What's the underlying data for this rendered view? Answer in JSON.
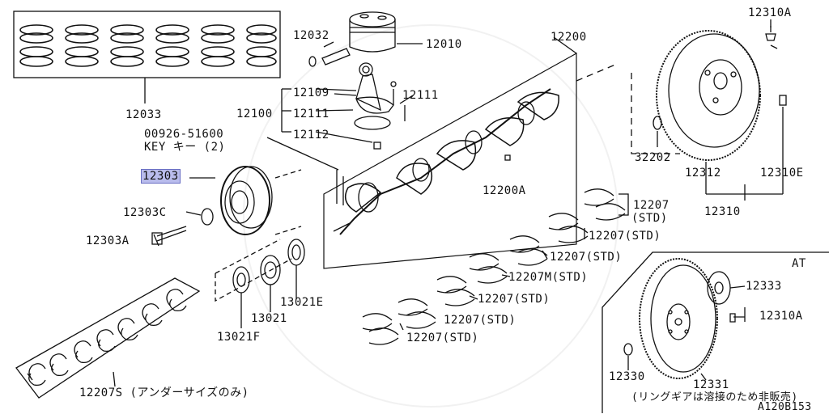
{
  "diagram": {
    "code": "A120B153",
    "section": "AT",
    "parts": {
      "p12033": "12033",
      "p12032": "12032",
      "p12010": "12010",
      "p12200": "12200",
      "p12310A_top": "12310A",
      "p12109": "12109",
      "p12100": "12100",
      "p12111a": "12111",
      "p12111b": "12111",
      "p12112": "12112",
      "p00926": "00926-51600",
      "key_label": "KEY キー (2)",
      "p12303": "12303",
      "p12303C": "12303C",
      "p12303A": "12303A",
      "p32202": "32202",
      "p12312": "12312",
      "p12310E": "12310E",
      "p12310": "12310",
      "p12200A": "12200A",
      "p12207_1": "12207",
      "p12207_1b": "(STD)",
      "p12207_2": "12207(STD)",
      "p12207_3": "12207(STD)",
      "p12207M": "12207M(STD)",
      "p12207_4": "12207(STD)",
      "p12207_5": "12207(STD)",
      "p12207_6": "12207(STD)",
      "p13021": "13021",
      "p13021E": "13021E",
      "p13021F": "13021F",
      "p12207S": "12207S (アンダーサイズのみ)",
      "p12333": "12333",
      "p12310A_at": "12310A",
      "p12330": "12330",
      "p12331": "12331",
      "p12331_note": "(リングギアは溶接のため非販売)"
    }
  }
}
